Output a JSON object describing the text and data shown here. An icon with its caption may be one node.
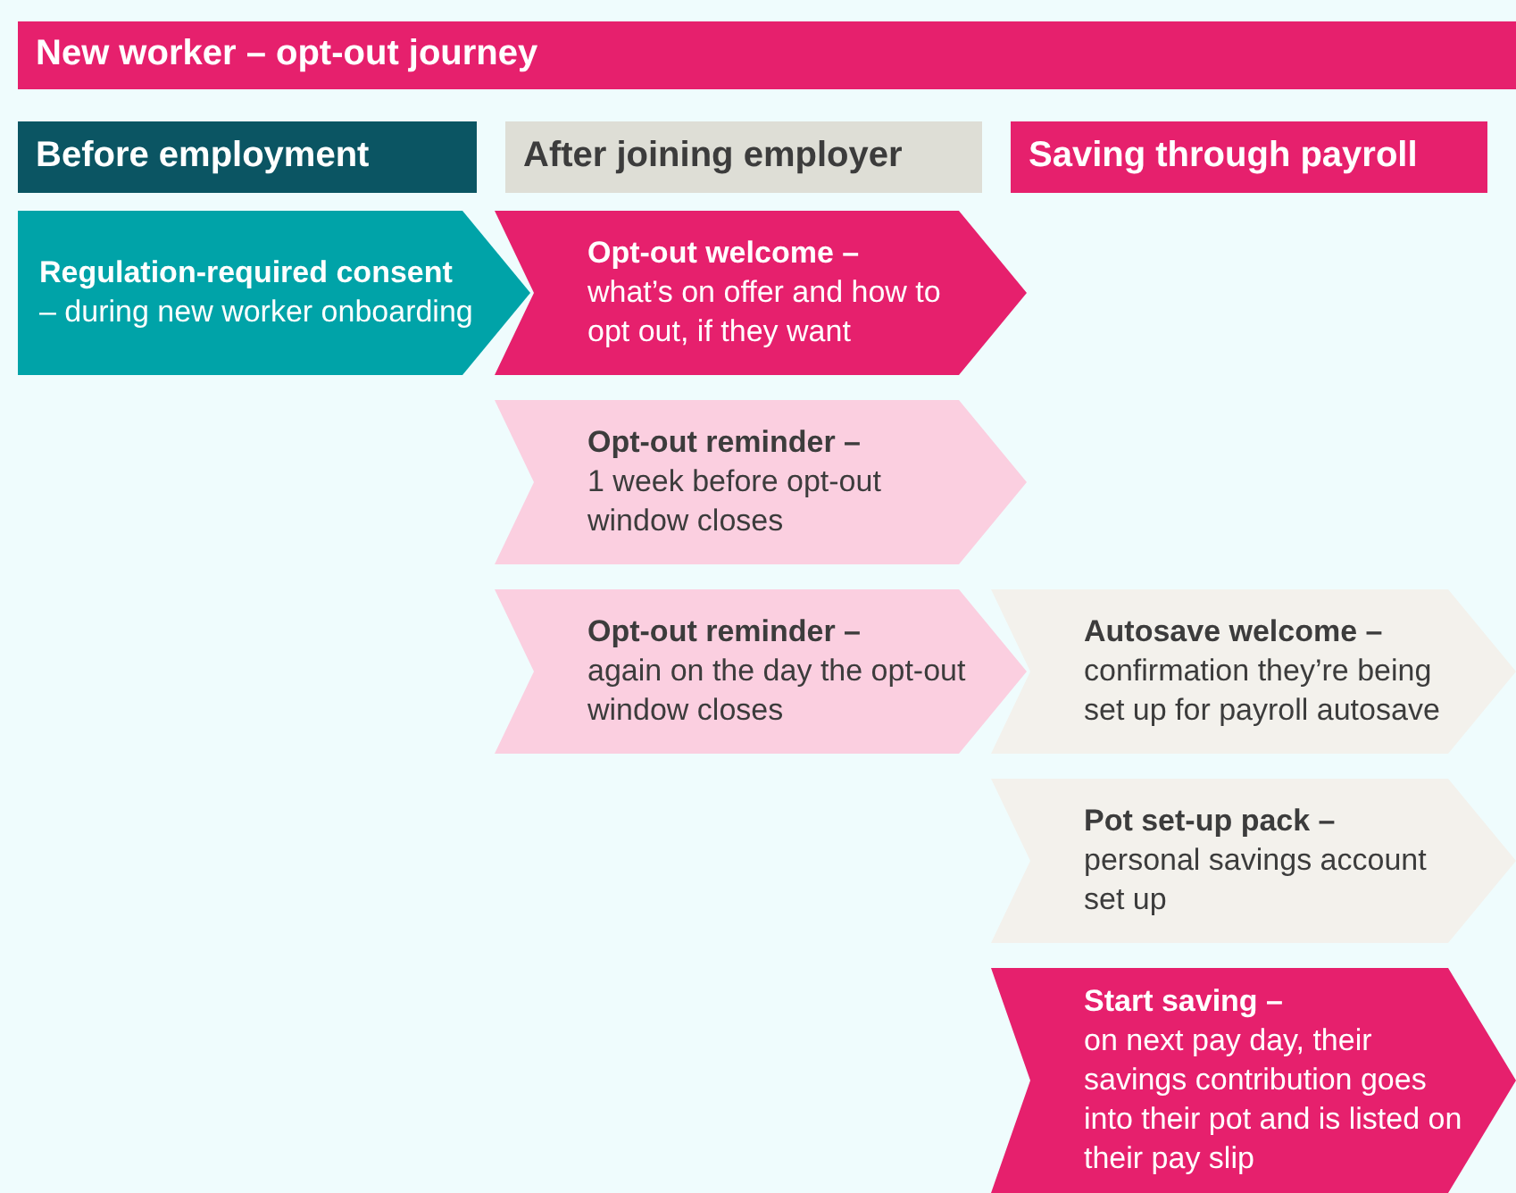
{
  "diagram": {
    "title": "New worker – opt-out journey",
    "nodes": [
      {
        "text": [
          "Before employment"
        ]
      },
      {
        "text": [
          "After joining employer"
        ]
      },
      {
        "text": [
          "Saving through payroll"
        ]
      },
      {
        "text": [
          "**Regulation-required consent** – during new worker onboarding"
        ]
      },
      {
        "text": [
          "Opt-out welcome –",
          "what’s on offer and how to opt out, if they want"
        ]
      },
      {
        "text": [
          "Opt-out reminder –",
          "1 week before opt-out window closes"
        ]
      },
      {
        "text": [
          "Opt-out reminder –",
          "again on the day the opt-out window closes"
        ]
      },
      {
        "text": [
          "Autosave welcome –",
          "confirmation they’re being set up for payroll autosave"
        ]
      },
      {
        "text": [
          "Pot set-up pack –",
          "personal savings account set up"
        ]
      },
      {
        "text": [
          "Start saving –",
          "on next pay day, their savings contribution goes into their pot and is listed on their pay slip"
        ]
      }
    ]
  }
}
